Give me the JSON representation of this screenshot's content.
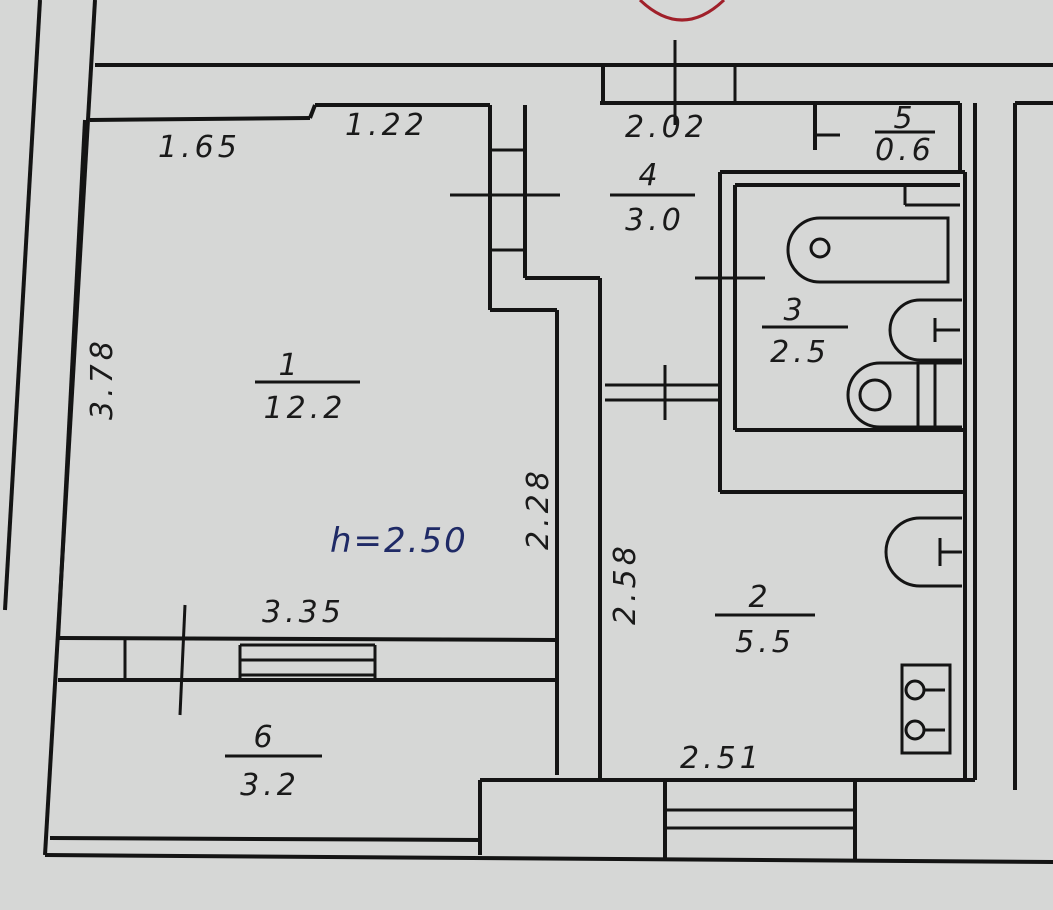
{
  "plan": {
    "ceiling_height": "h=2.50",
    "rooms": [
      {
        "number": "1",
        "area": "12.2"
      },
      {
        "number": "2",
        "area": "5.5"
      },
      {
        "number": "3",
        "area": "2.5"
      },
      {
        "number": "4",
        "area": "3.0"
      },
      {
        "number": "5",
        "area": "0.6"
      },
      {
        "number": "6",
        "area": "3.2"
      }
    ],
    "dimensions": {
      "top_left": "1.65",
      "top_mid": "1.22",
      "top_corridor": "2.02",
      "left_side": "3.78",
      "room1_right": "2.28",
      "room1_bottom": "3.35",
      "kitchen_left": "2.58",
      "kitchen_bottom": "2.51"
    },
    "colors": {
      "ink": "#141414",
      "paper": "#d6d7d6",
      "annotation": "#1f2a66",
      "stamp": "#a0202a"
    }
  }
}
